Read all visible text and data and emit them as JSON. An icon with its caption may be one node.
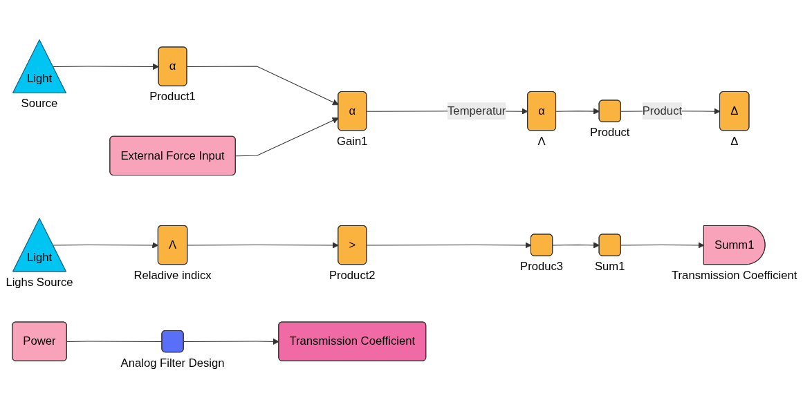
{
  "diagram": {
    "nodes": [
      {
        "text": [
          "External Force Input"
        ]
      },
      {
        "text": [
          "Light"
        ],
        "beside": [
          "Source"
        ]
      },
      {
        "text": [
          "α"
        ],
        "beside": [
          "Product1"
        ]
      },
      {
        "text": [
          "α"
        ],
        "beside": [
          "Gain1"
        ]
      },
      {
        "text": [
          "α"
        ],
        "beside": [
          "Λ"
        ]
      },
      {
        "text": [],
        "shape": "box",
        "beside": [
          "Product"
        ]
      },
      {
        "text": [
          "Δ"
        ],
        "beside": [
          "Δ"
        ]
      },
      {
        "text": [
          "Light"
        ],
        "beside": [
          "Lighs Source"
        ]
      },
      {
        "text": [
          "Λ"
        ],
        "beside": [
          "Reladive indicx"
        ]
      },
      {
        "text": [
          ">"
        ],
        "beside": [
          "Product2"
        ]
      },
      {
        "text": [],
        "shape": "box",
        "beside": [
          "Produc3"
        ]
      },
      {
        "text": [],
        "shape": "box",
        "beside": [
          "Sum1"
        ]
      },
      {
        "text": [
          "Summ1"
        ],
        "beside": [
          "Transmission Coefficient"
        ]
      },
      {
        "text": [
          "Power"
        ]
      },
      {
        "text": [],
        "shape": "box",
        "beside": [
          "Analog Filter Design"
        ]
      },
      {
        "text": [
          "Transmission Coefficient"
        ]
      }
    ],
    "edges": [
      {
        "from": 1,
        "to": 2,
        "arrow": "to"
      },
      {
        "from": 2,
        "to": 3,
        "arrow": "to"
      },
      {
        "from": 0,
        "to": 3,
        "arrow": "to"
      },
      {
        "from": 3,
        "to": 4,
        "arrow": "to",
        "label": "Temperatur"
      },
      {
        "from": 4,
        "to": 5,
        "arrow": "to"
      },
      {
        "from": 5,
        "to": 6,
        "arrow": "to",
        "label": "Product"
      },
      {
        "from": 7,
        "to": 8,
        "arrow": "to"
      },
      {
        "from": 8,
        "to": 9,
        "arrow": "to"
      },
      {
        "from": 9,
        "to": 10,
        "arrow": "to"
      },
      {
        "from": 10,
        "to": 11,
        "arrow": "to"
      },
      {
        "from": 11,
        "to": 12,
        "arrow": "to"
      },
      {
        "from": 13,
        "to": 14,
        "arrow": "none"
      },
      {
        "from": 14,
        "to": 15,
        "arrow": "to"
      }
    ]
  }
}
